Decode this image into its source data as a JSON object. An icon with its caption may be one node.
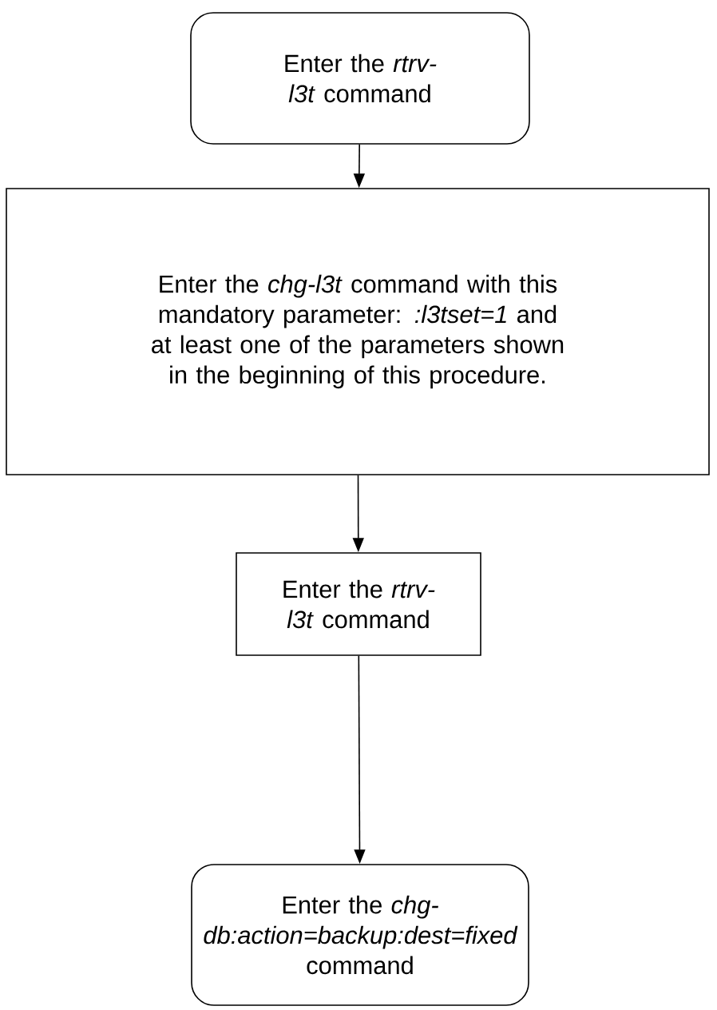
{
  "diagram": {
    "nodes": [
      {
        "text": [
          "Enter the *rtrv-l3t* command"
        ]
      },
      {
        "text": [
          "Enter the *chg-l3t* command with this mandatory parameter: *:l3tset=1* and at least one of the parameters shown in the beginning of this procedure."
        ]
      },
      {
        "text": [
          "Enter the *rtrv-l3t* command"
        ]
      },
      {
        "text": [
          "Enter the *chg-db:action=backup:dest=fixed* command"
        ]
      }
    ],
    "edges": [
      {
        "from": 0,
        "to": 1,
        "arrow": "to"
      },
      {
        "from": 1,
        "to": 2,
        "arrow": "to"
      },
      {
        "from": 2,
        "to": 3,
        "arrow": "to"
      }
    ]
  }
}
